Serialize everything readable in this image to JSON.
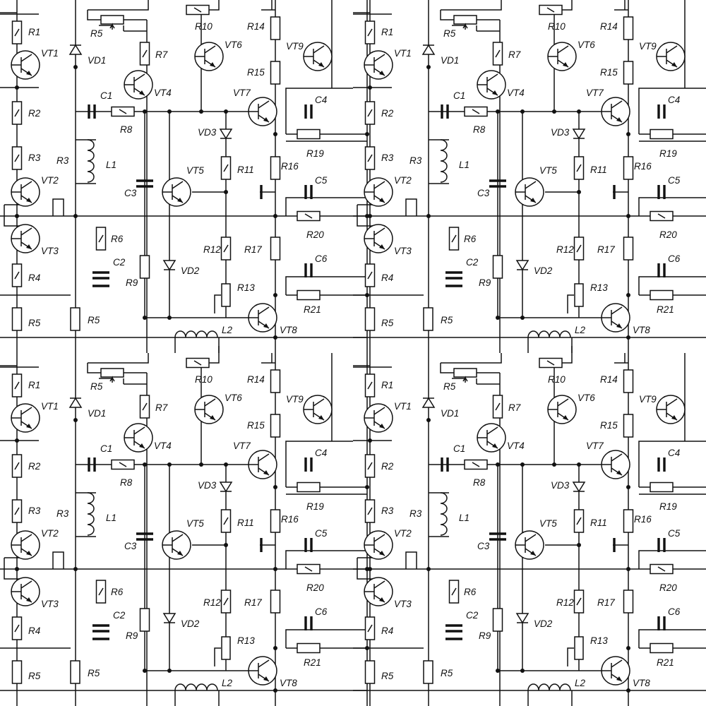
{
  "components": {
    "resistors": [
      {
        "ref": "R1",
        "slash": true
      },
      {
        "ref": "R2",
        "slash": true
      },
      {
        "ref": "R3",
        "slash": true
      },
      {
        "ref": "R4",
        "slash": true
      },
      {
        "ref": "R5",
        "slash": false
      },
      {
        "ref": "R6",
        "slash": true
      },
      {
        "ref": "R7",
        "slash": true
      },
      {
        "ref": "R8",
        "slash": true
      },
      {
        "ref": "R9",
        "slash": false
      },
      {
        "ref": "R10",
        "slash": true
      },
      {
        "ref": "R11",
        "slash": true
      },
      {
        "ref": "R12",
        "slash": true
      },
      {
        "ref": "R14",
        "slash": false
      },
      {
        "ref": "R15",
        "slash": false
      },
      {
        "ref": "R16",
        "slash": false
      },
      {
        "ref": "R17",
        "slash": false
      },
      {
        "ref": "R19",
        "slash": false
      },
      {
        "ref": "R20",
        "slash": true
      },
      {
        "ref": "R21",
        "slash": false
      }
    ],
    "extra_labels": [
      "R3",
      "R5"
    ],
    "potentiometers": [
      "R5",
      "R13"
    ],
    "capacitors": [
      "C1",
      "C2",
      "C3",
      "C4",
      "C5",
      "C6"
    ],
    "inductors": [
      "L1",
      "L2"
    ],
    "diodes": [
      "VD1",
      "VD2",
      "VD3"
    ],
    "transistors": [
      "VT1",
      "VT2",
      "VT3",
      "VT4",
      "VT5",
      "VT6",
      "VT7",
      "VT8",
      "VT9"
    ]
  }
}
